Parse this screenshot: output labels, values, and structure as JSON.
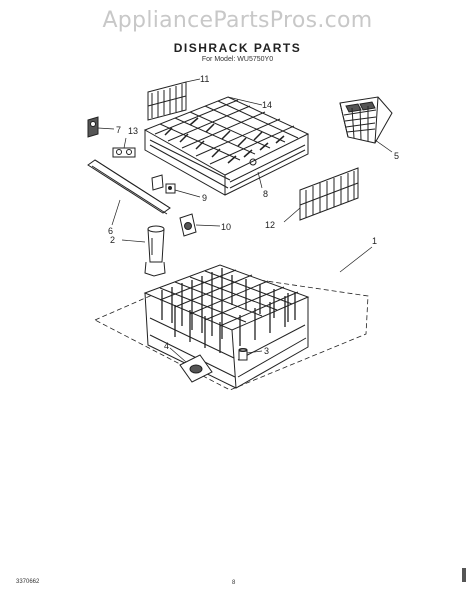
{
  "watermark": "AppliancePartsPros.com",
  "title": "DISHRACK PARTS",
  "model_line": "For Model: WU5750Y0",
  "callouts": {
    "c1": "1",
    "c2": "2",
    "c3": "3",
    "c4": "4",
    "c5": "5",
    "c6": "6",
    "c7": "7",
    "c8": "8",
    "c9": "9",
    "c10": "10",
    "c11": "11",
    "c12": "12",
    "c13": "13",
    "c14": "14"
  },
  "footer": {
    "doc_number": "3370662",
    "page": "8"
  }
}
